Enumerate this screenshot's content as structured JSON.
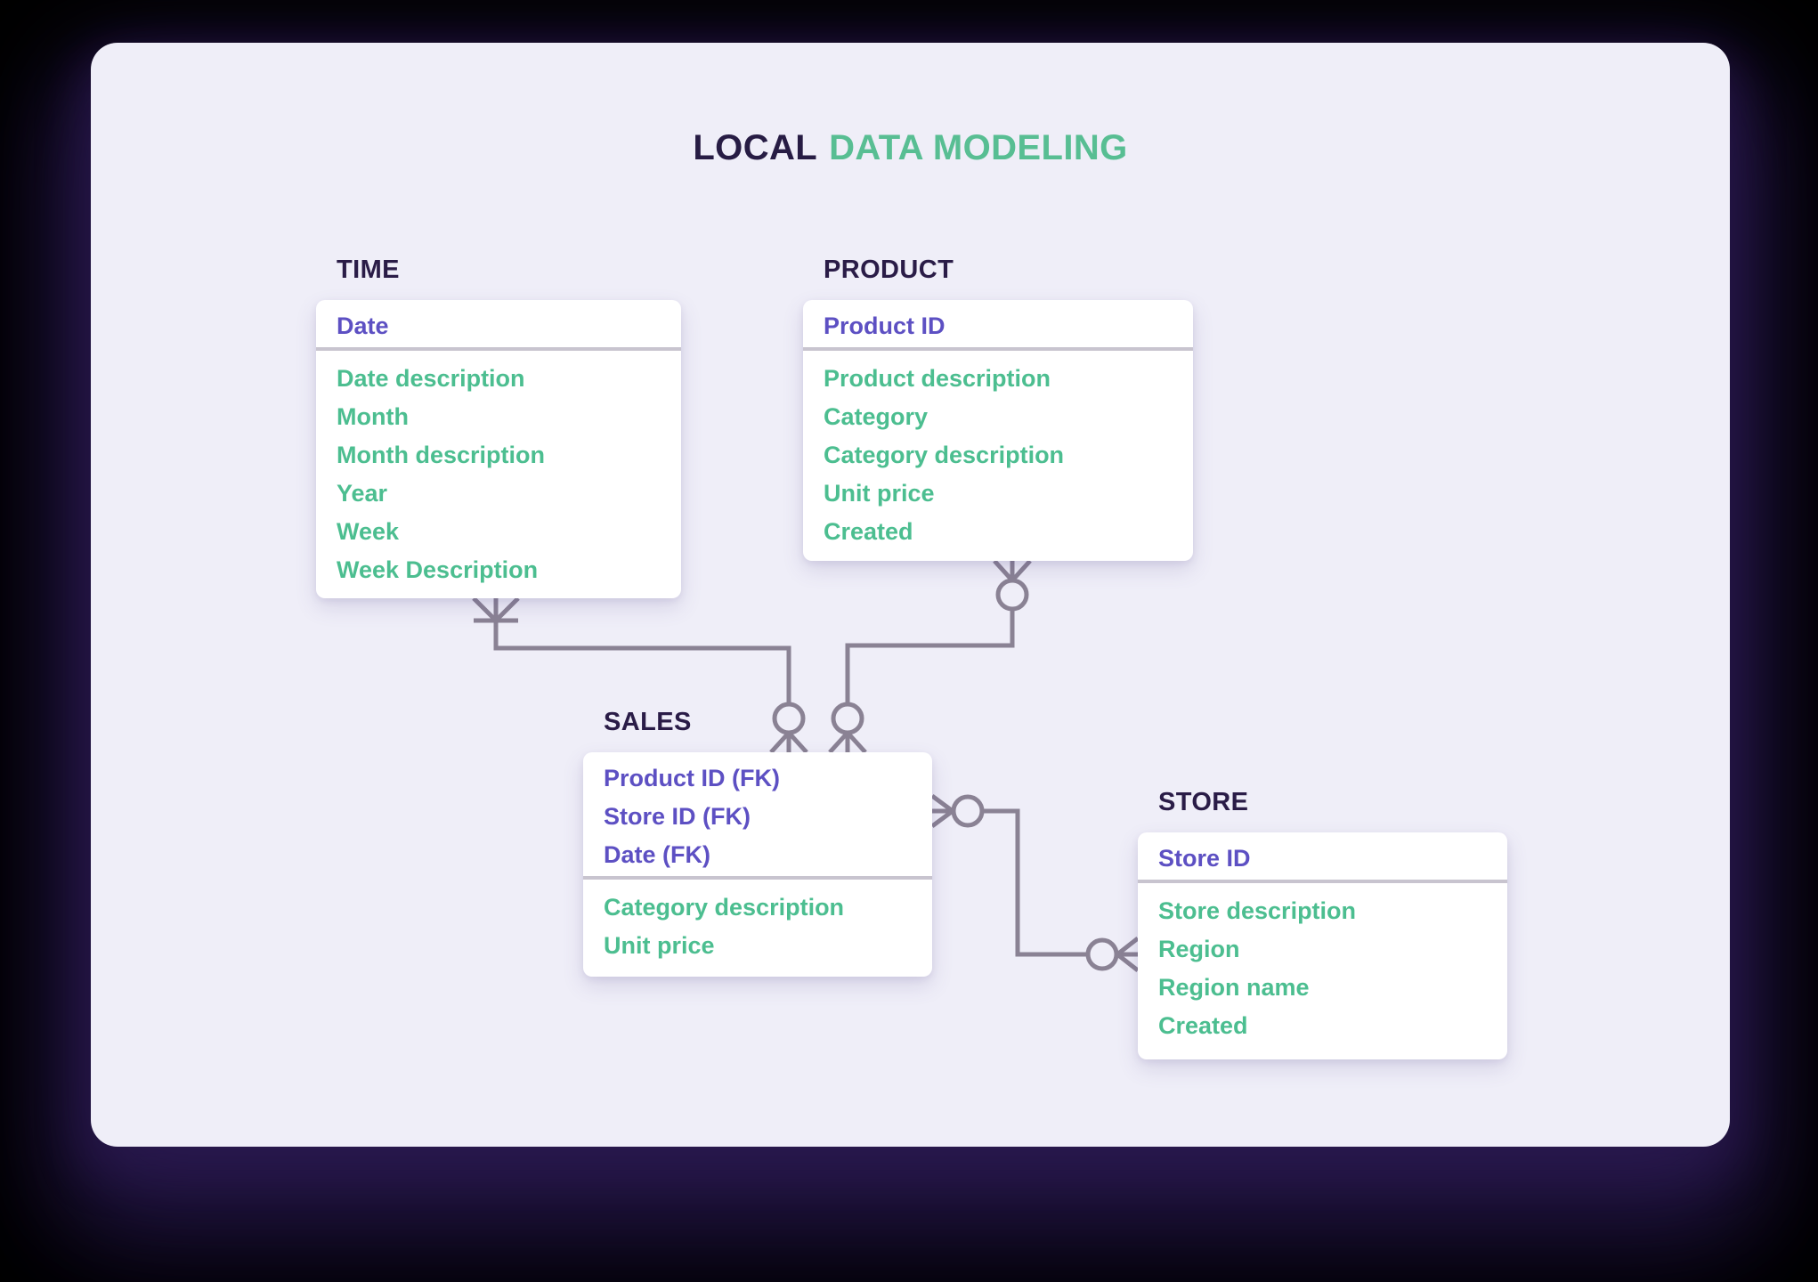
{
  "title": {
    "prefix": "LOCAL",
    "highlight": "DATA MODELING"
  },
  "colors": {
    "outer_background": "#000000",
    "panel_background": "#EFEEF8",
    "card_background": "#FFFFFF",
    "heading_dark": "#271C44",
    "title_green": "#58BE93",
    "key_purple": "#5D50C3",
    "attribute_green": "#4CBE90",
    "connector_gray": "#8A8294",
    "divider_gray": "#C8C4CF"
  },
  "entities": [
    {
      "id": "time",
      "name": "TIME",
      "keys": [
        "Date"
      ],
      "attributes": [
        "Date description",
        "Month",
        "Month description",
        "Year",
        "Week",
        "Week Description"
      ]
    },
    {
      "id": "product",
      "name": "PRODUCT",
      "keys": [
        "Product ID"
      ],
      "attributes": [
        "Product description",
        "Category",
        "Category description",
        "Unit price",
        "Created"
      ]
    },
    {
      "id": "sales",
      "name": "SALES",
      "keys": [
        "Product ID (FK)",
        "Store ID (FK)",
        "Date (FK)"
      ],
      "attributes": [
        "Category description",
        "Unit price"
      ]
    },
    {
      "id": "store",
      "name": "STORE",
      "keys": [
        "Store ID"
      ],
      "attributes": [
        "Store description",
        "Region",
        "Region name",
        "Created"
      ]
    }
  ],
  "relationships": [
    {
      "from": "TIME",
      "to": "SALES",
      "from_marker": "one-or-many-crow-foot",
      "to_marker": "zero-or-many-crow-foot"
    },
    {
      "from": "PRODUCT",
      "to": "SALES",
      "from_marker": "zero-or-many-crow-foot",
      "to_marker": "zero-or-many-crow-foot"
    },
    {
      "from": "SALES",
      "to": "STORE",
      "from_marker": "zero-or-many-crow-foot",
      "to_marker": "zero-or-many-crow-foot"
    }
  ]
}
